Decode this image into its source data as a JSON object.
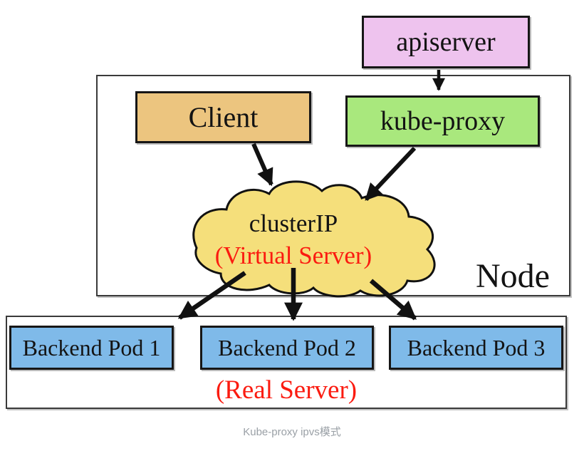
{
  "diagram": {
    "apiserver_label": "apiserver",
    "client_label": "Client",
    "kube_proxy_label": "kube-proxy",
    "cloud": {
      "title": "clusterIP",
      "subtitle": "(Virtual Server)"
    },
    "node_label": "Node",
    "pods": [
      "Backend Pod 1",
      "Backend Pod 2",
      "Backend Pod 3"
    ],
    "real_server_label": "(Real Server)",
    "caption": "Kube-proxy ipvs模式",
    "arrows": [
      "apiserver to kube-proxy",
      "Client to clusterIP",
      "kube-proxy to clusterIP",
      "clusterIP to Backend Pod 1",
      "clusterIP to Backend Pod 2",
      "clusterIP to Backend Pod 3"
    ]
  },
  "colors": {
    "apiserver_fill": "#eec3ee",
    "client_fill": "#ecc57f",
    "kube_proxy_fill": "#a9e87d",
    "cloud_fill": "#f5df7b",
    "pod_fill": "#7fbae9",
    "red_text": "#fb1b10",
    "caption_gray": "#9aa0a6"
  }
}
